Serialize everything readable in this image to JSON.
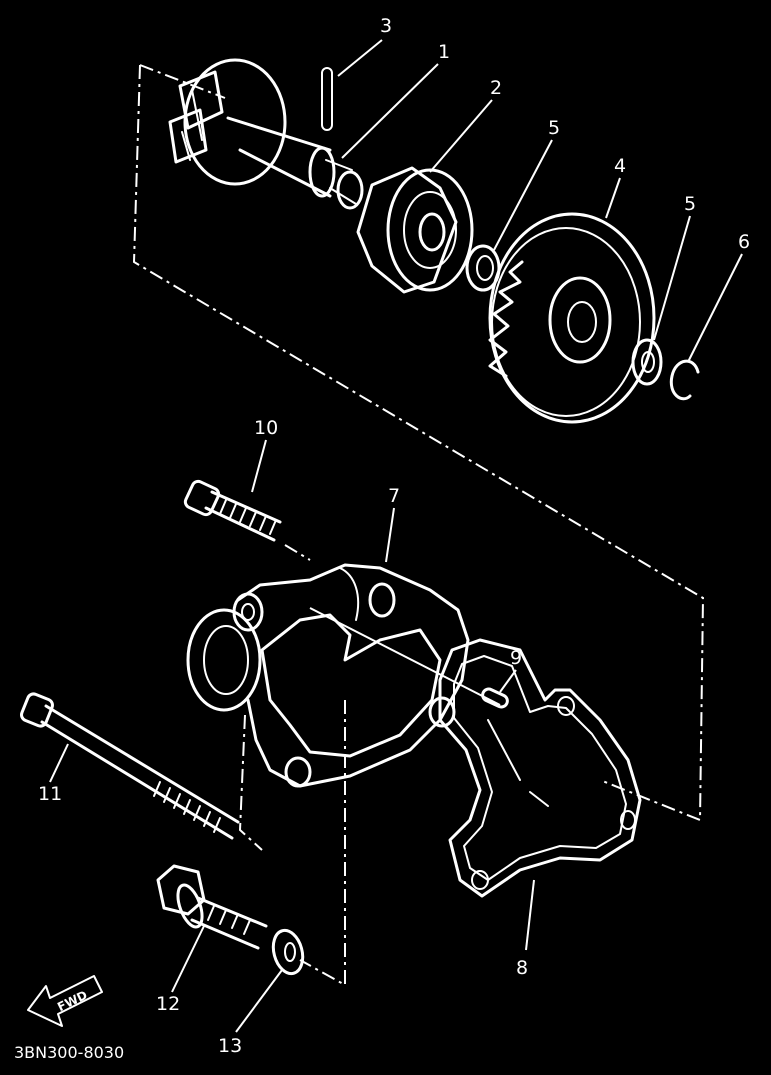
{
  "diagram": {
    "drawing_code": "3BN300-8030",
    "direction_label": "FWD",
    "callouts": [
      "3",
      "1",
      "2",
      "5",
      "4",
      "5",
      "6",
      "10",
      "7",
      "9",
      "11",
      "8",
      "12",
      "13"
    ],
    "stroke_color": "#ffffff",
    "background_color": "#000000"
  }
}
